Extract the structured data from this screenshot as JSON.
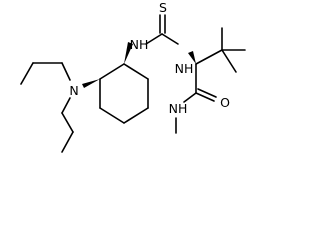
{
  "molecule": {
    "atom_labels": {
      "thio_sulfur": "S",
      "thiourea_nh_left": "NH",
      "thiourea_nh_right": "NH",
      "amine_nitrogen": "N",
      "amide_nh": "NH",
      "carbonyl_oxygen": "O"
    },
    "stereo": {
      "cyclohexyl_c1": "wedge",
      "cyclohexyl_c2": "wedge",
      "alpha_carbon": "wedge"
    }
  }
}
